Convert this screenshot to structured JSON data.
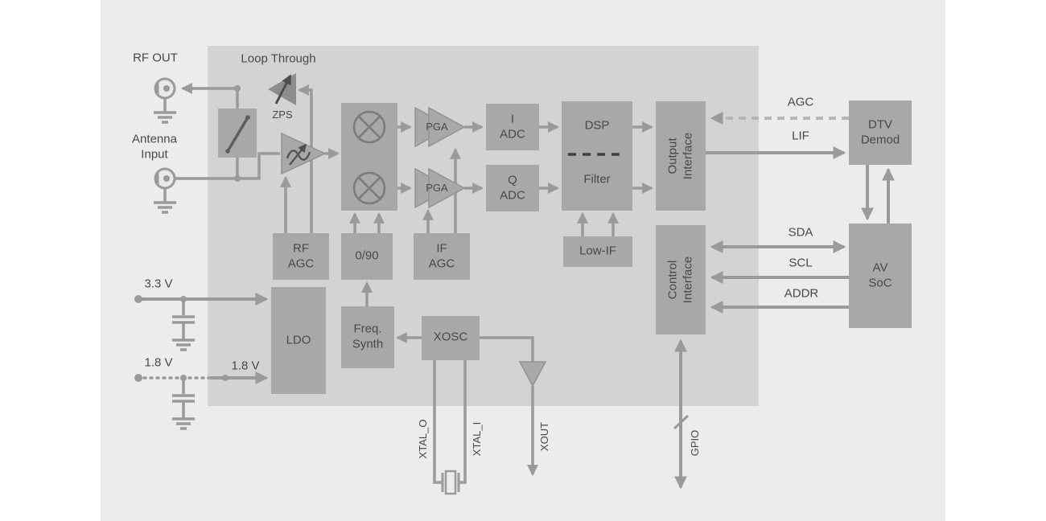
{
  "colors": {
    "page_bg": "#ffffff",
    "panel_bg": "#ececec",
    "chip_bg": "#d3d3d3",
    "block_fill": "#a8a8a8",
    "block_text": "#484848",
    "line": "#9a9a9a"
  },
  "labels": {
    "rf_out": "RF OUT",
    "antenna_input": "Antenna\nInput",
    "loop_through": "Loop Through",
    "zps": "ZPS",
    "v33": "3.3 V",
    "v18": "1.8 V",
    "v18_core": "1.8 V",
    "agc": "AGC",
    "lif": "LIF",
    "sda": "SDA",
    "scl": "SCL",
    "addr": "ADDR",
    "xtal_o": "XTAL_O",
    "xtal_i": "XTAL_I",
    "xout": "XOUT",
    "gpio": "GPIO"
  },
  "blocks": {
    "rf_agc": "RF\nAGC",
    "quad": "0/90",
    "if_agc": "IF\nAGC",
    "pga_i": "PGA",
    "pga_q": "PGA",
    "adc_i": "I\nADC",
    "adc_q": "Q\nADC",
    "dsp": "DSP",
    "filter": "Filter",
    "output_interface": "Output\nInterface",
    "low_if": "Low-IF",
    "control_interface": "Control\nInterface",
    "ldo": "LDO",
    "freq_synth": "Freq.\nSynth",
    "xosc": "XOSC",
    "dtv_demod": "DTV\nDemod",
    "av_soc": "AV\nSoC"
  }
}
